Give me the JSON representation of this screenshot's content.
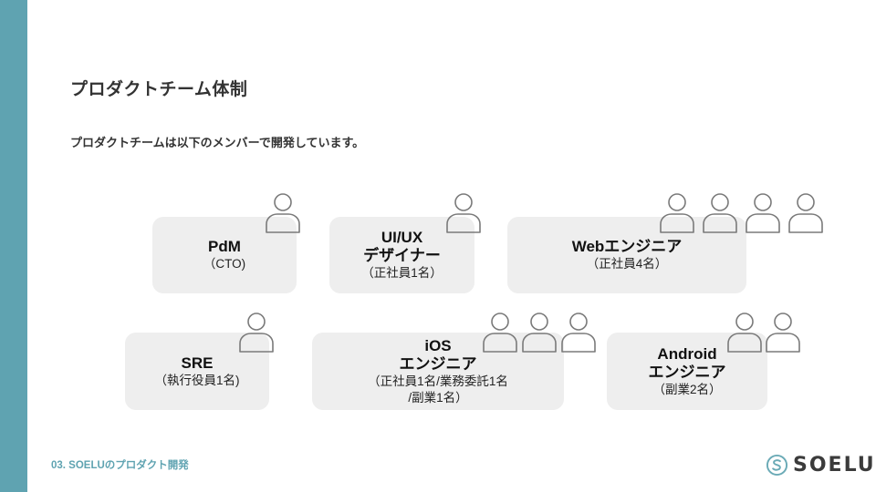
{
  "slide": {
    "title": "プロダクトチーム体制",
    "subtitle": "プロダクトチームは以下のメンバーで開発しています。",
    "accent_color": "#5fa3b1",
    "card_color": "#eeeeee"
  },
  "teams": [
    {
      "role_lines": [
        "PdM"
      ],
      "detail_lines": [
        "（CTO)"
      ],
      "member_count": 1
    },
    {
      "role_lines": [
        "UI/UX",
        "デザイナー"
      ],
      "detail_lines": [
        "（正社員1名）"
      ],
      "member_count": 1
    },
    {
      "role_lines": [
        "Webエンジニア"
      ],
      "detail_lines": [
        "（正社員4名）"
      ],
      "member_count": 4
    },
    {
      "role_lines": [
        "SRE"
      ],
      "detail_lines": [
        "（執行役員1名)"
      ],
      "member_count": 1
    },
    {
      "role_lines": [
        "iOS",
        "エンジニア"
      ],
      "detail_lines": [
        "（正社員1名/業務委託1名",
        "/副業1名）"
      ],
      "member_count": 3
    },
    {
      "role_lines": [
        "Android",
        "エンジニア"
      ],
      "detail_lines": [
        "（副業2名）"
      ],
      "member_count": 2
    }
  ],
  "footer": {
    "section_label": "03. SOELUのプロダクト開発",
    "logo_text": "SOELU",
    "logo_icon": "soelu-s-circle-icon"
  },
  "icons": {
    "member": "person-outline-icon"
  }
}
